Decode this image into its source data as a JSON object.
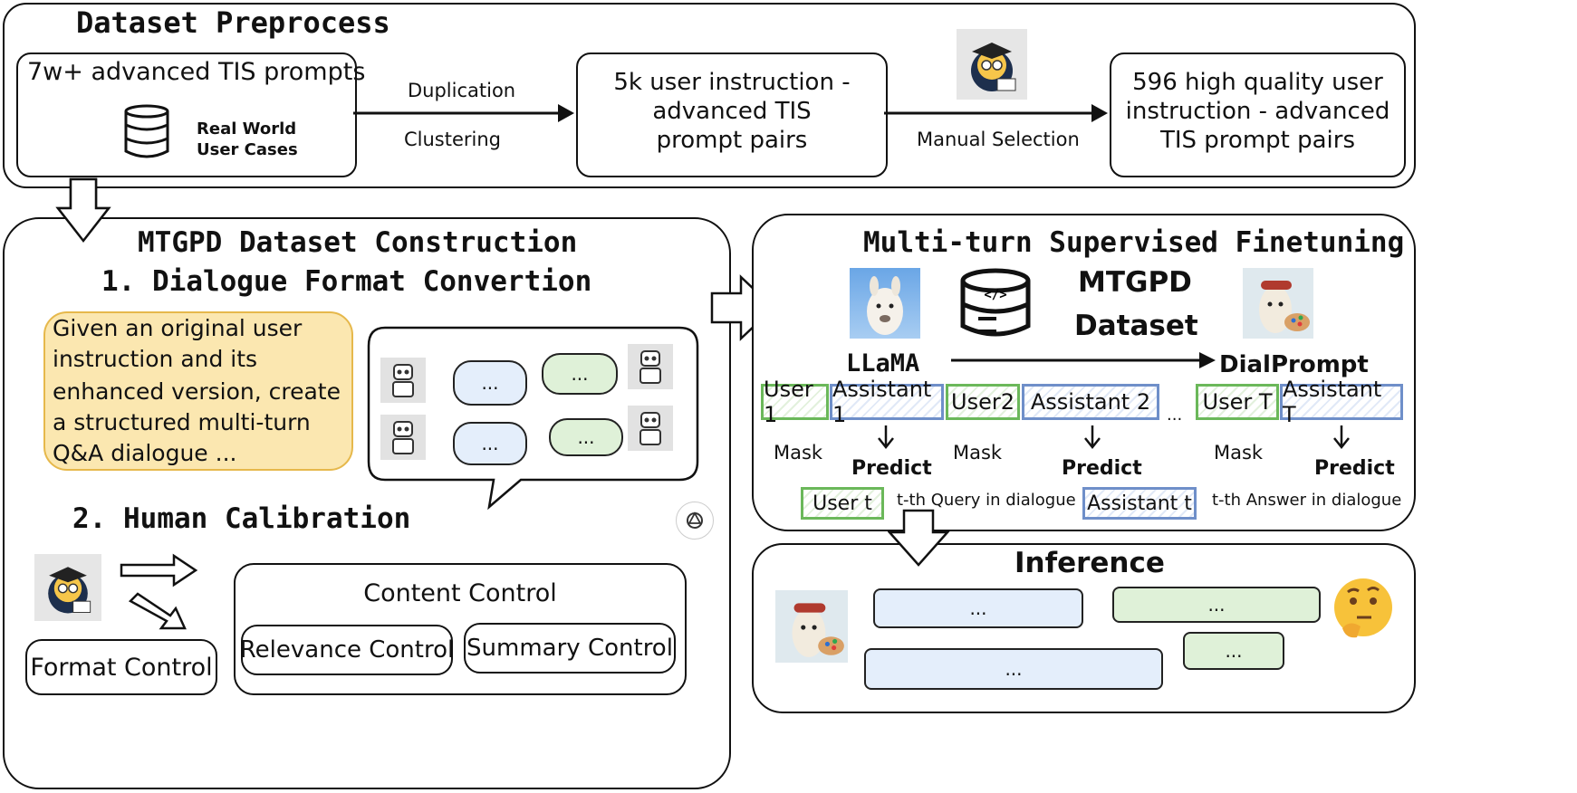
{
  "preprocess": {
    "title": "Dataset Preprocess",
    "box1_title": "7w+ advanced TIS  prompts",
    "box1_sub_line1": "Real World",
    "box1_sub_line2": "User Cases",
    "arrow1_top": "Duplication",
    "arrow1_bottom": "Clustering",
    "box2_line1": "5k user instruction -",
    "box2_line2": "advanced TIS",
    "box2_line3": "prompt pairs",
    "arrow2_label": "Manual Selection",
    "box3_line1": "596 high quality user",
    "box3_line2": "instruction - advanced",
    "box3_line3": "TIS  prompt pairs"
  },
  "construction": {
    "title": "MTGPD Dataset Construction",
    "step1": "1. Dialogue Format Convertion",
    "prompt_lines": [
      "Given an original user",
      "instruction and its",
      "enhanced version, create",
      "a structured multi-turn",
      "Q&A dialogue ..."
    ],
    "ellipsis": "...",
    "step2": "2. Human Calibration",
    "content_control": "Content Control",
    "format_control": "Format Control",
    "relevance_control": "Relevance Control",
    "summary_control": "Summary Control"
  },
  "finetune": {
    "title": "Multi-turn Supervised Finetuning",
    "dataset_line1": "MTGPD",
    "dataset_line2": "Dataset",
    "base_model": "LLaMA",
    "tuned_model": "DialPrompt",
    "tokens": [
      "User 1",
      "Assistant 1",
      "User2",
      "Assistant 2",
      "User T",
      "Assistant T"
    ],
    "gap": "...",
    "mask": "Mask",
    "predict": "Predict",
    "legend_user": "User t",
    "legend_user_desc": "t-th Query in dialogue",
    "legend_assistant": "Assistant t",
    "legend_assistant_desc": "t-th Answer in dialogue"
  },
  "inference": {
    "title": "Inference",
    "ellipsis": "...",
    "thinking_icon": "thinking-face-icon"
  },
  "colors": {
    "user_green": "#6bb85a",
    "assistant_blue": "#6f8fc9",
    "prompt_yellow": "#fbe7b0"
  }
}
